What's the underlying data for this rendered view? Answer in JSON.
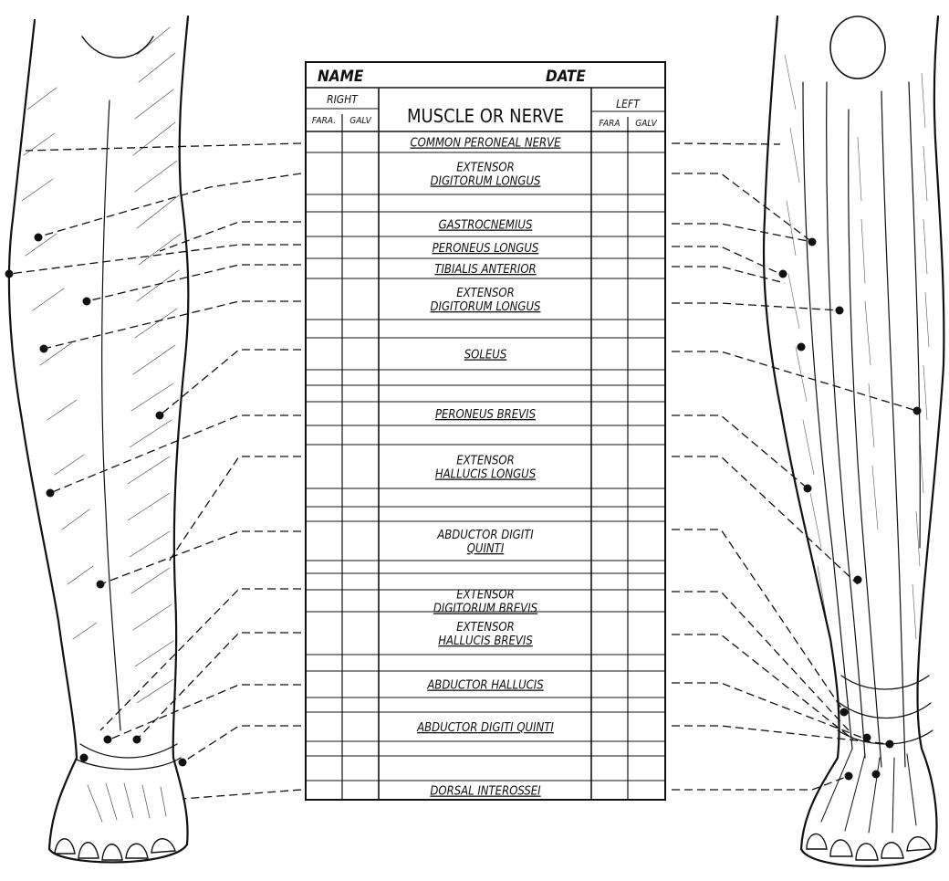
{
  "header": {
    "name_label": "NAME",
    "date_label": "DATE",
    "right_label": "RIGHT",
    "left_label": "LEFT",
    "fara_label": "FARA.",
    "galv_label": "GALV",
    "fara_label_left": "FARA",
    "galv_label_left": "GALV",
    "column_title": "MUSCLE OR NERVE"
  },
  "rows": [
    {
      "lines": [
        "COMMON PERONEAL NERVE"
      ],
      "underline": true
    },
    {
      "lines": [
        "EXTENSOR",
        "DIGITORUM LONGUS"
      ],
      "underline": true
    },
    {
      "lines": [],
      "underline": false
    },
    {
      "lines": [
        "GASTROCNEMIUS"
      ],
      "underline": true
    },
    {
      "lines": [
        "PERONEUS LONGUS"
      ],
      "underline": true
    },
    {
      "lines": [
        "TIBIALIS ANTERIOR"
      ],
      "underline": true
    },
    {
      "lines": [
        "EXTENSOR",
        "DIGITORUM LONGUS"
      ],
      "underline": true
    },
    {
      "lines": [],
      "underline": false
    },
    {
      "lines": [
        "SOLEUS"
      ],
      "underline": true
    },
    {
      "lines": [],
      "underline": false
    },
    {
      "lines": [],
      "underline": false
    },
    {
      "lines": [
        "PERONEUS BREVIS"
      ],
      "underline": true
    },
    {
      "lines": [],
      "underline": false
    },
    {
      "lines": [
        "EXTENSOR",
        "HALLUCIS LONGUS"
      ],
      "underline": true
    },
    {
      "lines": [],
      "underline": false
    },
    {
      "lines": [],
      "underline": false
    },
    {
      "lines": [
        "ABDUCTOR DIGITI",
        "QUINTI"
      ],
      "underline": true
    },
    {
      "lines": [],
      "underline": false
    },
    {
      "lines": [],
      "underline": false
    },
    {
      "lines": [
        "EXTENSOR",
        "DIGITORUM BREVIS"
      ],
      "underline": true
    },
    {
      "lines": [
        "EXTENSOR",
        "HALLUCIS BREVIS"
      ],
      "underline": true
    },
    {
      "lines": [],
      "underline": false
    },
    {
      "lines": [
        "ABDUCTOR HALLUCIS"
      ],
      "underline": true
    },
    {
      "lines": [],
      "underline": false
    },
    {
      "lines": [
        "ABDUCTOR DIGITI QUINTI"
      ],
      "underline": true
    },
    {
      "lines": [],
      "underline": false
    },
    {
      "lines": [],
      "underline": false
    },
    {
      "lines": [
        "DORSAL INTEROSSEI"
      ],
      "underline": true
    }
  ],
  "colors": {
    "ink": "#111111",
    "paper": "#ffffff"
  }
}
